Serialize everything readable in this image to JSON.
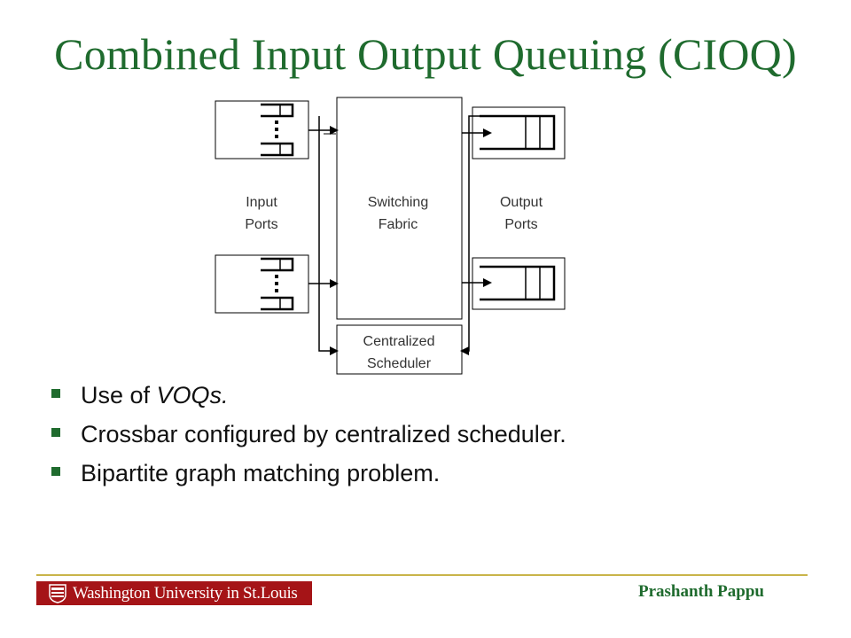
{
  "slide": {
    "title": "Combined Input Output Queuing (CIOQ)"
  },
  "diagram": {
    "input_label_line1": "Input",
    "input_label_line2": "Ports",
    "fabric_label_line1": "Switching",
    "fabric_label_line2": "Fabric",
    "output_label_line1": "Output",
    "output_label_line2": "Ports",
    "scheduler_label_line1": "Centralized",
    "scheduler_label_line2": "Scheduler"
  },
  "bullets": [
    {
      "prefix": "Use of ",
      "emphasis": "VOQs."
    },
    {
      "prefix": "Crossbar configured by centralized scheduler.",
      "emphasis": ""
    },
    {
      "prefix": "Bipartite graph matching problem.",
      "emphasis": ""
    }
  ],
  "footer": {
    "university": "Washington University in St.Louis",
    "author": "Prashanth Pappu"
  },
  "colors": {
    "title": "#1f6b2e",
    "bullet": "#1f6b2e",
    "banner": "#a51417",
    "rule": "#c9b44a"
  }
}
